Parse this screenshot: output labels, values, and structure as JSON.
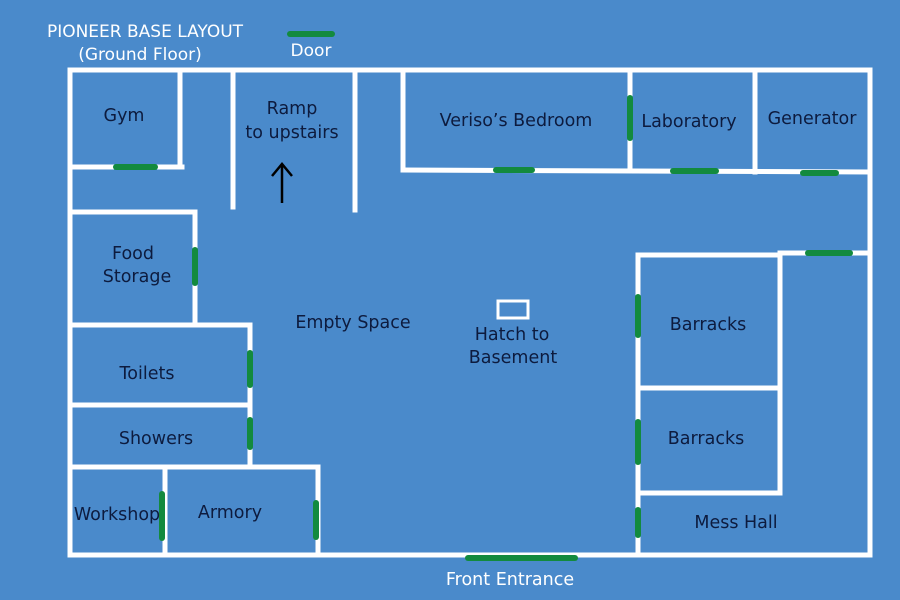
{
  "title": {
    "line1": "PIONEER BASE LAYOUT",
    "line2": "(Ground Floor)"
  },
  "legend": {
    "door_label": "Door"
  },
  "colors": {
    "background": "#4a8acb",
    "wall": "#ffffff",
    "door": "#138a3e",
    "label": "#0d1b3e"
  },
  "rooms": {
    "gym": "Gym",
    "ramp_line1": "Ramp",
    "ramp_line2": "to upstairs",
    "bedroom": "Veriso’s Bedroom",
    "laboratory": "Laboratory",
    "generator": "Generator",
    "food_line1": "Food",
    "food_line2": "Storage",
    "empty_space": "Empty Space",
    "hatch_line1": "Hatch to",
    "hatch_line2": "Basement",
    "barracks_1": "Barracks",
    "barracks_2": "Barracks",
    "toilets": "Toilets",
    "showers": "Showers",
    "workshop": "Workshop",
    "armory": "Armory",
    "mess_hall": "Mess Hall"
  },
  "front_entrance": "Front Entrance"
}
